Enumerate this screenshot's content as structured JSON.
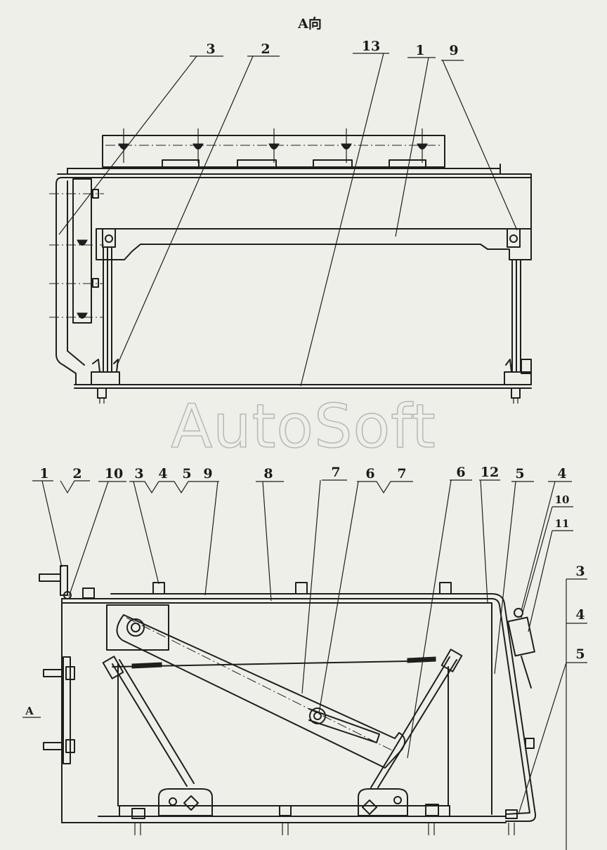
{
  "view_title": "A向",
  "watermark": "AutoSoft",
  "top_view": {
    "callouts": [
      "3",
      "2",
      "13",
      "1",
      "9"
    ]
  },
  "side_view": {
    "callouts_top": [
      "1",
      "2",
      "10",
      "3",
      "4",
      "5",
      "9",
      "8",
      "7",
      "6",
      "7",
      "6",
      "12",
      "5",
      "4"
    ],
    "callouts_right": [
      "10",
      "11",
      "3",
      "4",
      "5"
    ],
    "view_marker": "A"
  }
}
